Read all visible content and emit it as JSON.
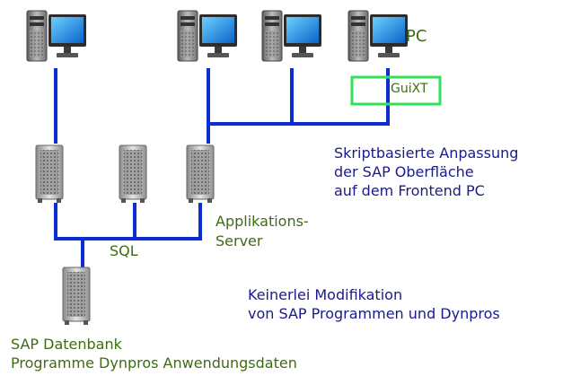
{
  "labels": {
    "pc": "PC",
    "guixt": "GuiXT",
    "app_server": [
      "Applikations-",
      "Server"
    ],
    "sql": "SQL",
    "skript": [
      "Skriptbasierte Anpassung",
      "der SAP Oberfläche",
      "auf dem Frontend PC"
    ],
    "keinerlei": [
      "Keinerlei Modifikation",
      "von SAP Programmen und Dynpros"
    ],
    "database": [
      "SAP Datenbank",
      "Programme Dynpros Anwendungsdaten"
    ]
  },
  "icons": {
    "pc": "desktop-computer-icon",
    "server": "server-tower-icon"
  },
  "colors": {
    "connector": "#0a2ecf",
    "label_green": "#3f6b12",
    "label_navy": "#1a1a8c",
    "guixt_box": "#33e05a"
  }
}
